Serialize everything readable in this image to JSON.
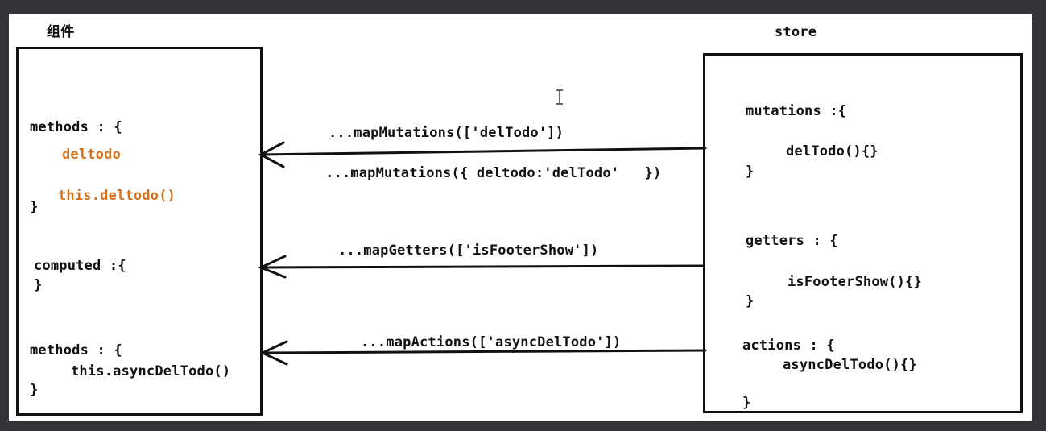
{
  "labels": {
    "component_title": "组件",
    "store_title": "store"
  },
  "component": {
    "methods1": {
      "open": "methods : {",
      "line1": "deltodo",
      "line2": "this.deltodo()",
      "close": "}"
    },
    "computed": {
      "open": "computed :{",
      "close": "}"
    },
    "methods2": {
      "open": "methods : {",
      "line1": "this.asyncDelTodo()",
      "close": "}"
    }
  },
  "store": {
    "mutations": {
      "open": "mutations :{",
      "line1": "delTodo(){}",
      "close": "}"
    },
    "getters": {
      "open": "getters : {",
      "line1": "isFooterShow(){}",
      "close": "}"
    },
    "actions": {
      "open": "actions : {",
      "line1": "asyncDelTodo(){}",
      "close": "}"
    }
  },
  "arrows": {
    "mutations_label1": "...mapMutations(['delTodo'])",
    "mutations_label2": "...mapMutations({ deltodo:'delTodo'   })",
    "getters_label": "...mapGetters(['isFooterShow'])",
    "actions_label": "...mapActions(['asyncDelTodo'])"
  },
  "colors": {
    "background": "#323437",
    "canvas": "#ffffff",
    "ink": "#111111",
    "highlight": "#d6721e"
  },
  "icons": [
    "text-cursor-icon"
  ]
}
